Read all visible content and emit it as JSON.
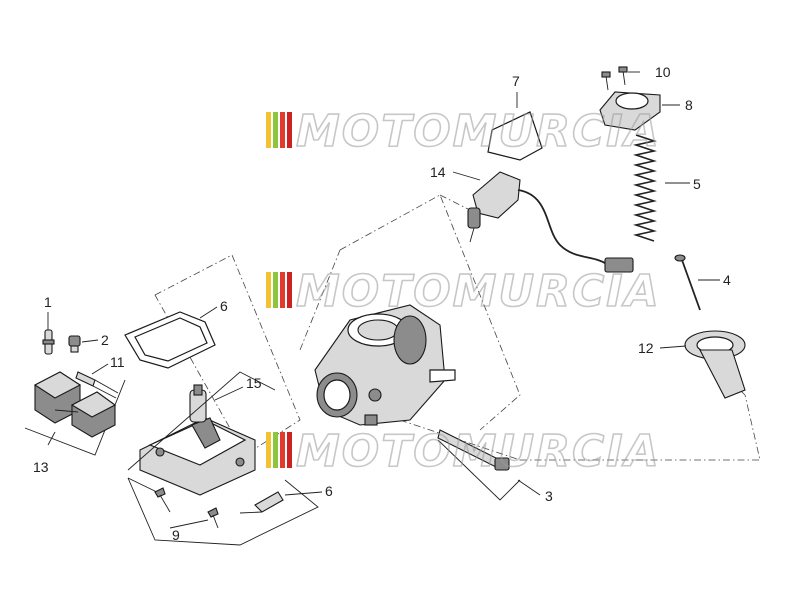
{
  "watermark": {
    "text": "MOTOMURCIA",
    "colors": [
      "#f2c230",
      "#8cc63f",
      "#e23b2e",
      "#cc2222"
    ]
  },
  "callouts": [
    "1",
    "2",
    "3",
    "4",
    "5",
    "6",
    "6",
    "7",
    "8",
    "9",
    "10",
    "11",
    "12",
    "13",
    "14",
    "15"
  ],
  "colors": {
    "line": "#1a1a1a",
    "fill_light": "#d9d9d9",
    "fill_dark": "#8c8c8c",
    "background": "#ffffff"
  }
}
